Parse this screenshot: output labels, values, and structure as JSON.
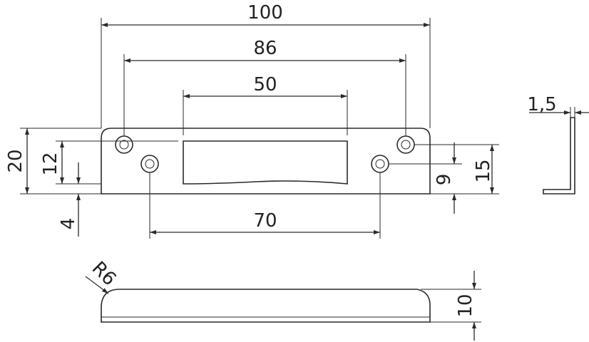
{
  "drawing": {
    "dimensions": {
      "overall_length": "100",
      "hole_spacing_outer": "86",
      "slot_length": "50",
      "hole_spacing_inner": "70",
      "height": "20",
      "slot_height": "12",
      "slot_offset": "4",
      "inner_hole_height": "9",
      "outer_hole_height": "15",
      "thickness": "1,5",
      "radius": "R6",
      "lip_depth": "10"
    },
    "line_color": "#2a2a2a"
  }
}
